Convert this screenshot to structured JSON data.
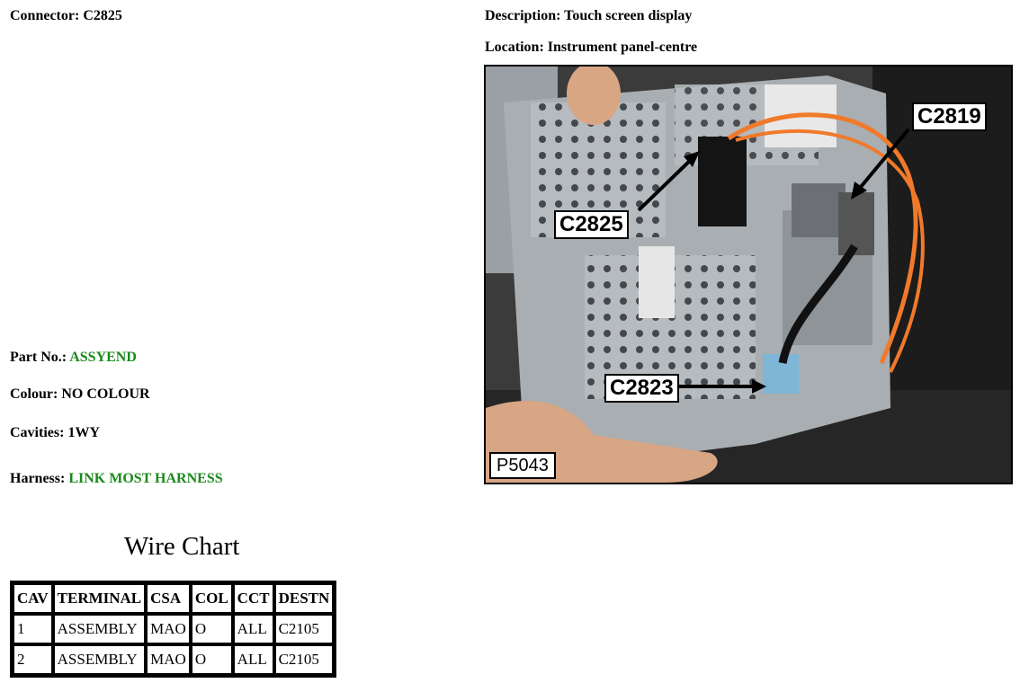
{
  "left": {
    "connector": {
      "label": "Connector:",
      "value": "C2825"
    },
    "part_no": {
      "label": "Part No.:",
      "value": "ASSYEND"
    },
    "colour": {
      "label": "Colour:",
      "value": "NO COLOUR"
    },
    "cavities": {
      "label": "Cavities:",
      "value": "1WY"
    },
    "harness": {
      "label": "Harness:",
      "value": "LINK MOST HARNESS"
    }
  },
  "right": {
    "description": {
      "label": "Description:",
      "value": "Touch screen display"
    },
    "location": {
      "label": "Location:",
      "value": "Instrument panel-centre"
    }
  },
  "photo": {
    "callouts": [
      "C2819",
      "C2825",
      "C2823"
    ],
    "plate": "P5043"
  },
  "wire_chart": {
    "title": "Wire Chart",
    "headers": [
      "CAV",
      "TERMINAL",
      "CSA",
      "COL",
      "CCT",
      "DESTN"
    ],
    "rows": [
      [
        "1",
        "ASSEMBLY",
        "MAO",
        "O",
        "ALL",
        "C2105"
      ],
      [
        "2",
        "ASSEMBLY",
        "MAO",
        "O",
        "ALL",
        "C2105"
      ]
    ]
  },
  "colors": {
    "green_value": "#1a8a1a"
  }
}
